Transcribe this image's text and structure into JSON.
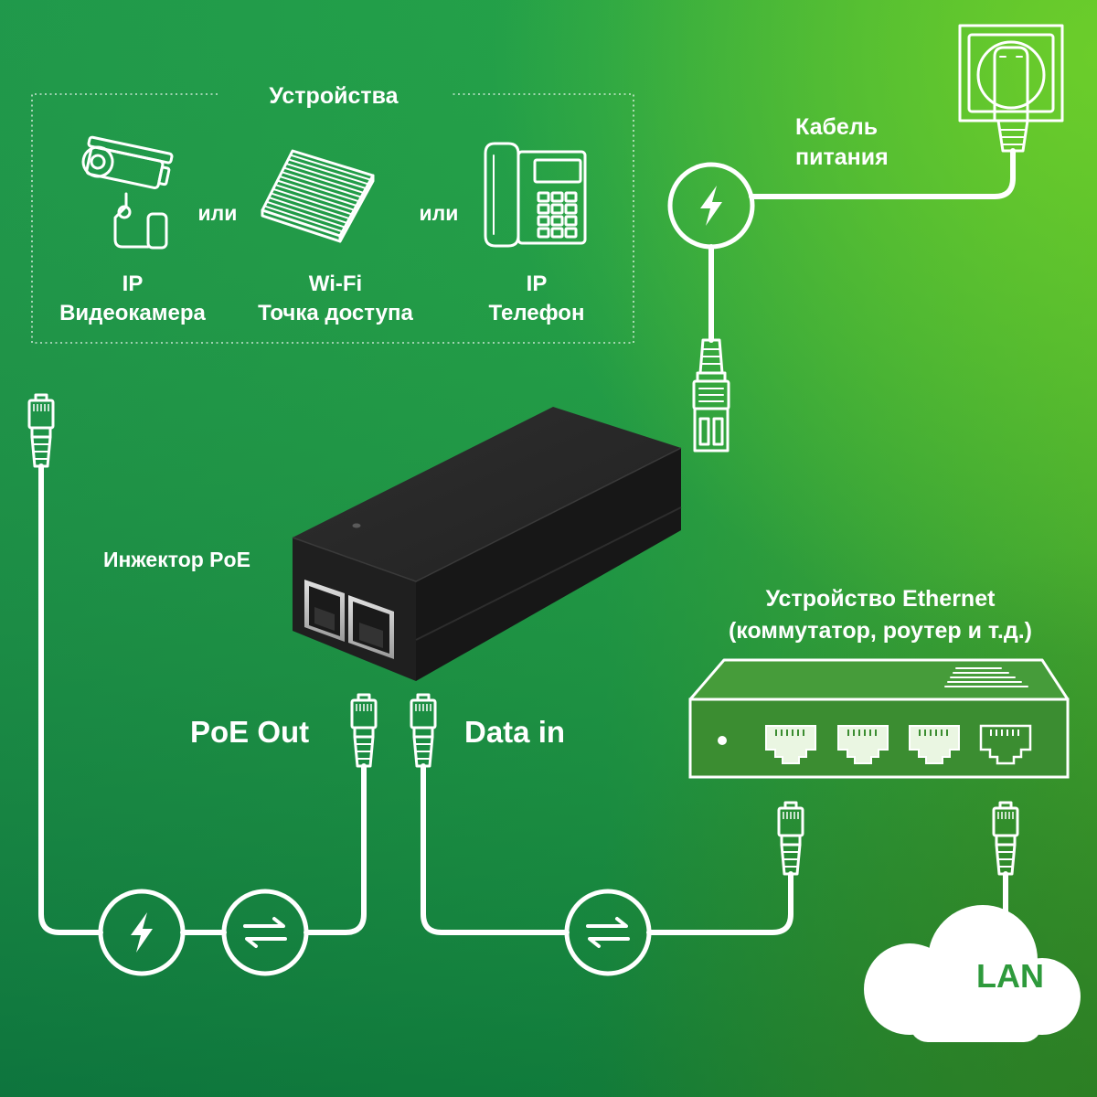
{
  "devices_box": {
    "title": "Устройства",
    "or_1": "или",
    "or_2": "или"
  },
  "devices": [
    {
      "line1": "IP",
      "line2": "Видеокамера",
      "icon": "ip-camera-icon"
    },
    {
      "line1": "Wi-Fi",
      "line2": "Точка доступа",
      "icon": "wifi-access-point-icon"
    },
    {
      "line1": "IP",
      "line2": "Телефон",
      "icon": "ip-phone-icon"
    }
  ],
  "power_cable": {
    "line1": "Кабель",
    "line2": "питания"
  },
  "injector": {
    "label": "Инжектор PoE"
  },
  "ethernet_device": {
    "line1": "Устройство Ethernet",
    "line2": "(коммутатор, роутер и т.д.)"
  },
  "ports": {
    "poe_out": "PoE Out",
    "data_in": "Data in"
  },
  "network": {
    "label": "LAN"
  },
  "icons": {
    "power": "lightning-icon",
    "data": "bidirectional-arrows-icon",
    "connector": "rj45-plug-icon",
    "socket": "power-socket-icon"
  },
  "colors": {
    "line": "#ffffff",
    "lan_text": "#2e9a3c",
    "device_fill": "#3b8d31",
    "injector_body": "#1e1e1e"
  }
}
